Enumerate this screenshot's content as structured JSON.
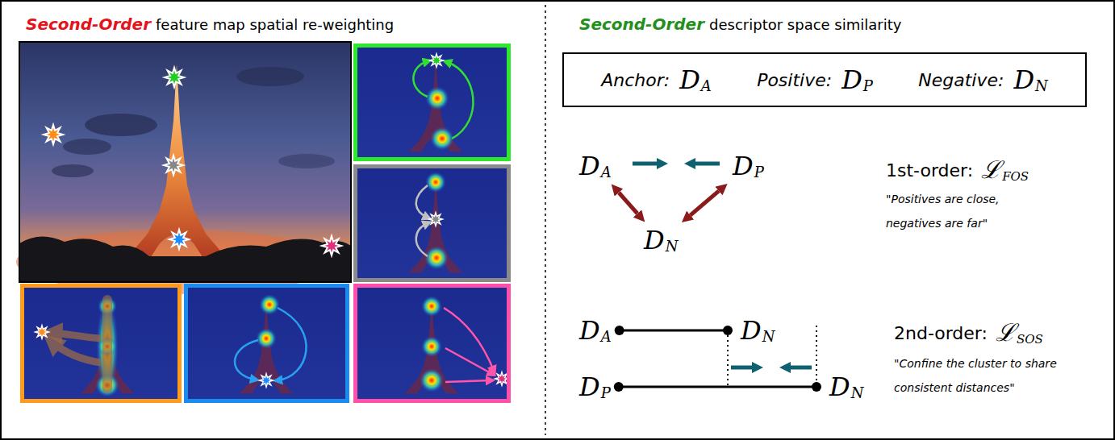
{
  "diagram": {
    "nodes": [
      {
        "text": [
          "Anchor:",
          "D",
          "A",
          "Positive:",
          "D",
          "P",
          "Negative:",
          "D",
          "N"
        ]
      },
      {
        "text": [
          "D",
          "A"
        ]
      },
      {
        "text": [
          "D",
          "P"
        ]
      },
      {
        "text": [
          "D",
          "N"
        ]
      },
      {
        "text": [
          "D",
          "A"
        ]
      },
      {
        "text": [
          "D",
          "N"
        ]
      },
      {
        "text": [
          "D",
          "P"
        ]
      },
      {
        "text": [
          "D",
          "N"
        ]
      }
    ],
    "edges": [
      {
        "from": 1,
        "to": 3,
        "arrow": "both"
      },
      {
        "from": 2,
        "to": 3,
        "arrow": "both"
      },
      {
        "from": 4,
        "to": 5,
        "arrow": "none"
      },
      {
        "from": 6,
        "to": 7,
        "arrow": "none"
      }
    ],
    "labels": [
      "Second-Order",
      "feature map spatial re-weighting",
      "Second-Order",
      "descriptor space similarity",
      "1st-order:",
      "ℒ",
      "FOS",
      "\"Positives are close, negatives are far\"",
      "2nd-order:",
      "ℒ",
      "SOS",
      "\"Confine the cluster to share consistent distances\""
    ]
  }
}
